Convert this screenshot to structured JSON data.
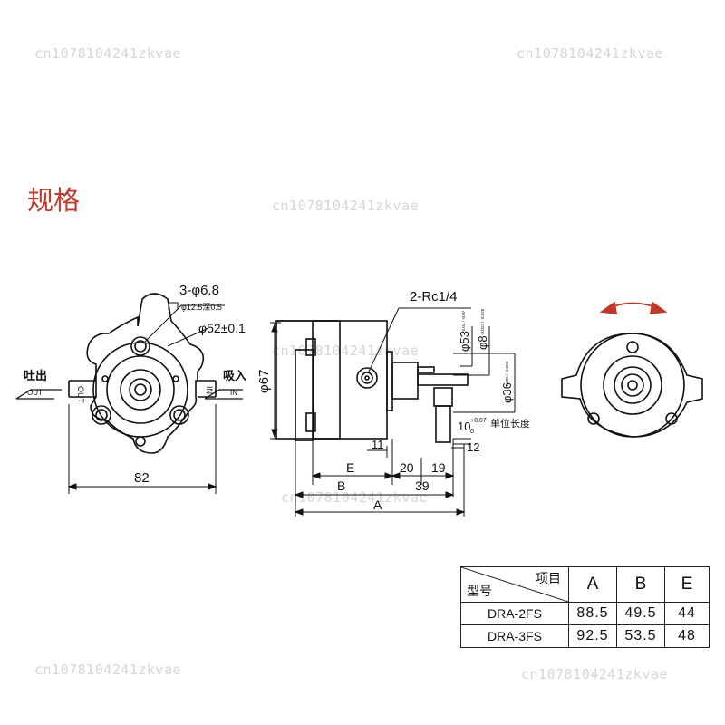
{
  "watermark": "cn1078104241zkvae",
  "title": "规格",
  "colors": {
    "title": "#c0392b",
    "arrow": "#c0392b",
    "line": "#111111",
    "watermark": "#d6d6d6"
  },
  "front_view": {
    "holes_label": "3-φ6.8",
    "counterbore_label": "φ12.5深0.5",
    "pcd_label": "φ52±0.1",
    "out_label": "吐出",
    "out_en": "OUT",
    "in_label": "吸入",
    "in_en": "IN",
    "port_out_text": "OUT",
    "port_in_text": "IN",
    "width_dim": "82"
  },
  "side_view": {
    "port_label": "2-Rc1/4",
    "height_dim": "φ67",
    "shaft_d1": "φ53",
    "shaft_d1_tol": "-0.03 / -0.07",
    "shaft_d2": "φ8",
    "shaft_d2_tol": "-0.013 / -0.028",
    "shaft_d3": "φ36",
    "shaft_d3_tol": "-0.025 / -0.050",
    "key_dim": "10",
    "key_tol": "+0.07",
    "key_tol_lower": "0",
    "unit_note": "单位长度",
    "dim_11": "11",
    "dim_12": "12",
    "dim_E": "E",
    "dim_20": "20",
    "dim_19": "19",
    "dim_B": "B",
    "dim_39": "39",
    "dim_A": "A"
  },
  "table": {
    "header_item": "项目",
    "header_model": "型号",
    "columns": [
      "A",
      "B",
      "E"
    ],
    "rows": [
      {
        "model": "DRA-2FS",
        "values": [
          "88.5",
          "49.5",
          "44"
        ]
      },
      {
        "model": "DRA-3FS",
        "values": [
          "92.5",
          "53.5",
          "48"
        ]
      }
    ]
  }
}
